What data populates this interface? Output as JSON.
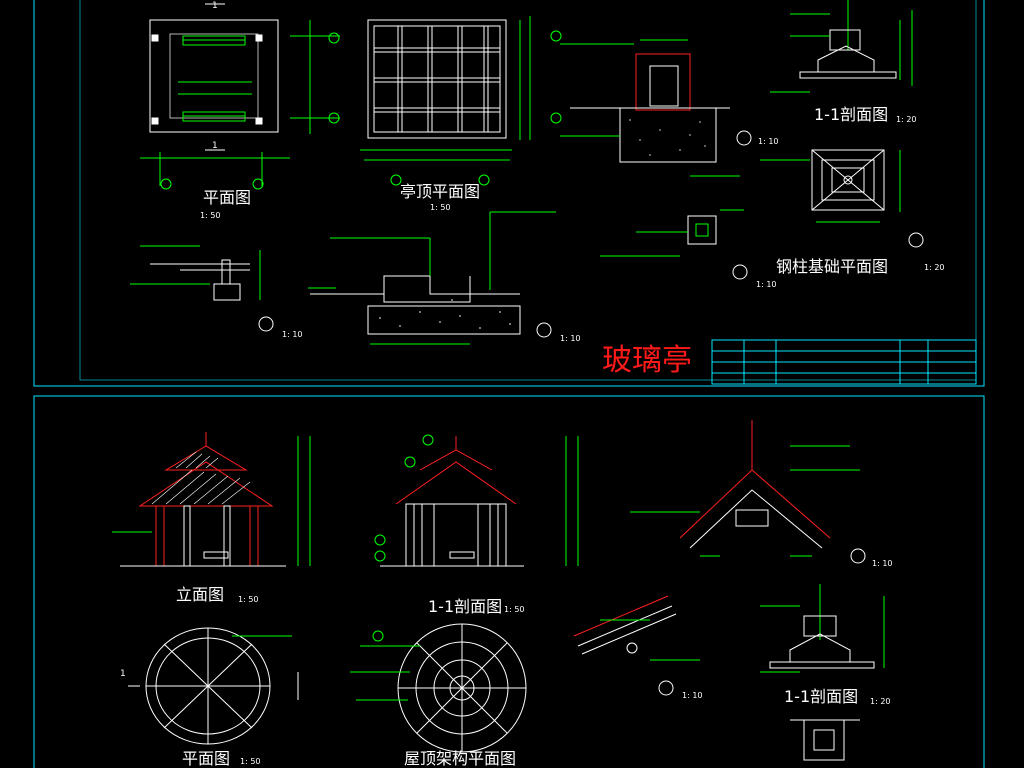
{
  "colors": {
    "background": "#000000",
    "line_white": "#ffffff",
    "line_green": "#00ff00",
    "line_red": "#ff2020",
    "line_cyan": "#00e5ff",
    "line_yellow": "#ffff00",
    "stamp_red": "#ff1a1a"
  },
  "sheet1": {
    "title_stamp": "玻璃亭",
    "plan": {
      "title": "平面图",
      "scale": "1: 50",
      "section_mark": "1"
    },
    "roof_plan": {
      "title": "亭顶平面图",
      "scale": "1: 50"
    },
    "section_11": {
      "title": "1-1剖面图",
      "scale": "1: 20"
    },
    "column_base_plan": {
      "title": "钢柱基础平面图",
      "scale": "1: 20"
    },
    "detail_scales": [
      "1: 10",
      "1: 10",
      "1: 10",
      "1: 10"
    ]
  },
  "sheet2": {
    "elevation": {
      "title": "立面图",
      "scale": "1: 50"
    },
    "section_11": {
      "title": "1-1剖面图",
      "scale": "1: 50"
    },
    "plan": {
      "title": "平面图",
      "scale": "1: 50",
      "section_mark": "1"
    },
    "roof_frame_plan": {
      "title": "屋顶架构平面图"
    },
    "section_11_detail": {
      "title": "1-1剖面图",
      "scale": "1: 20"
    },
    "detail_scales": [
      "1: 10",
      "1: 10"
    ]
  }
}
